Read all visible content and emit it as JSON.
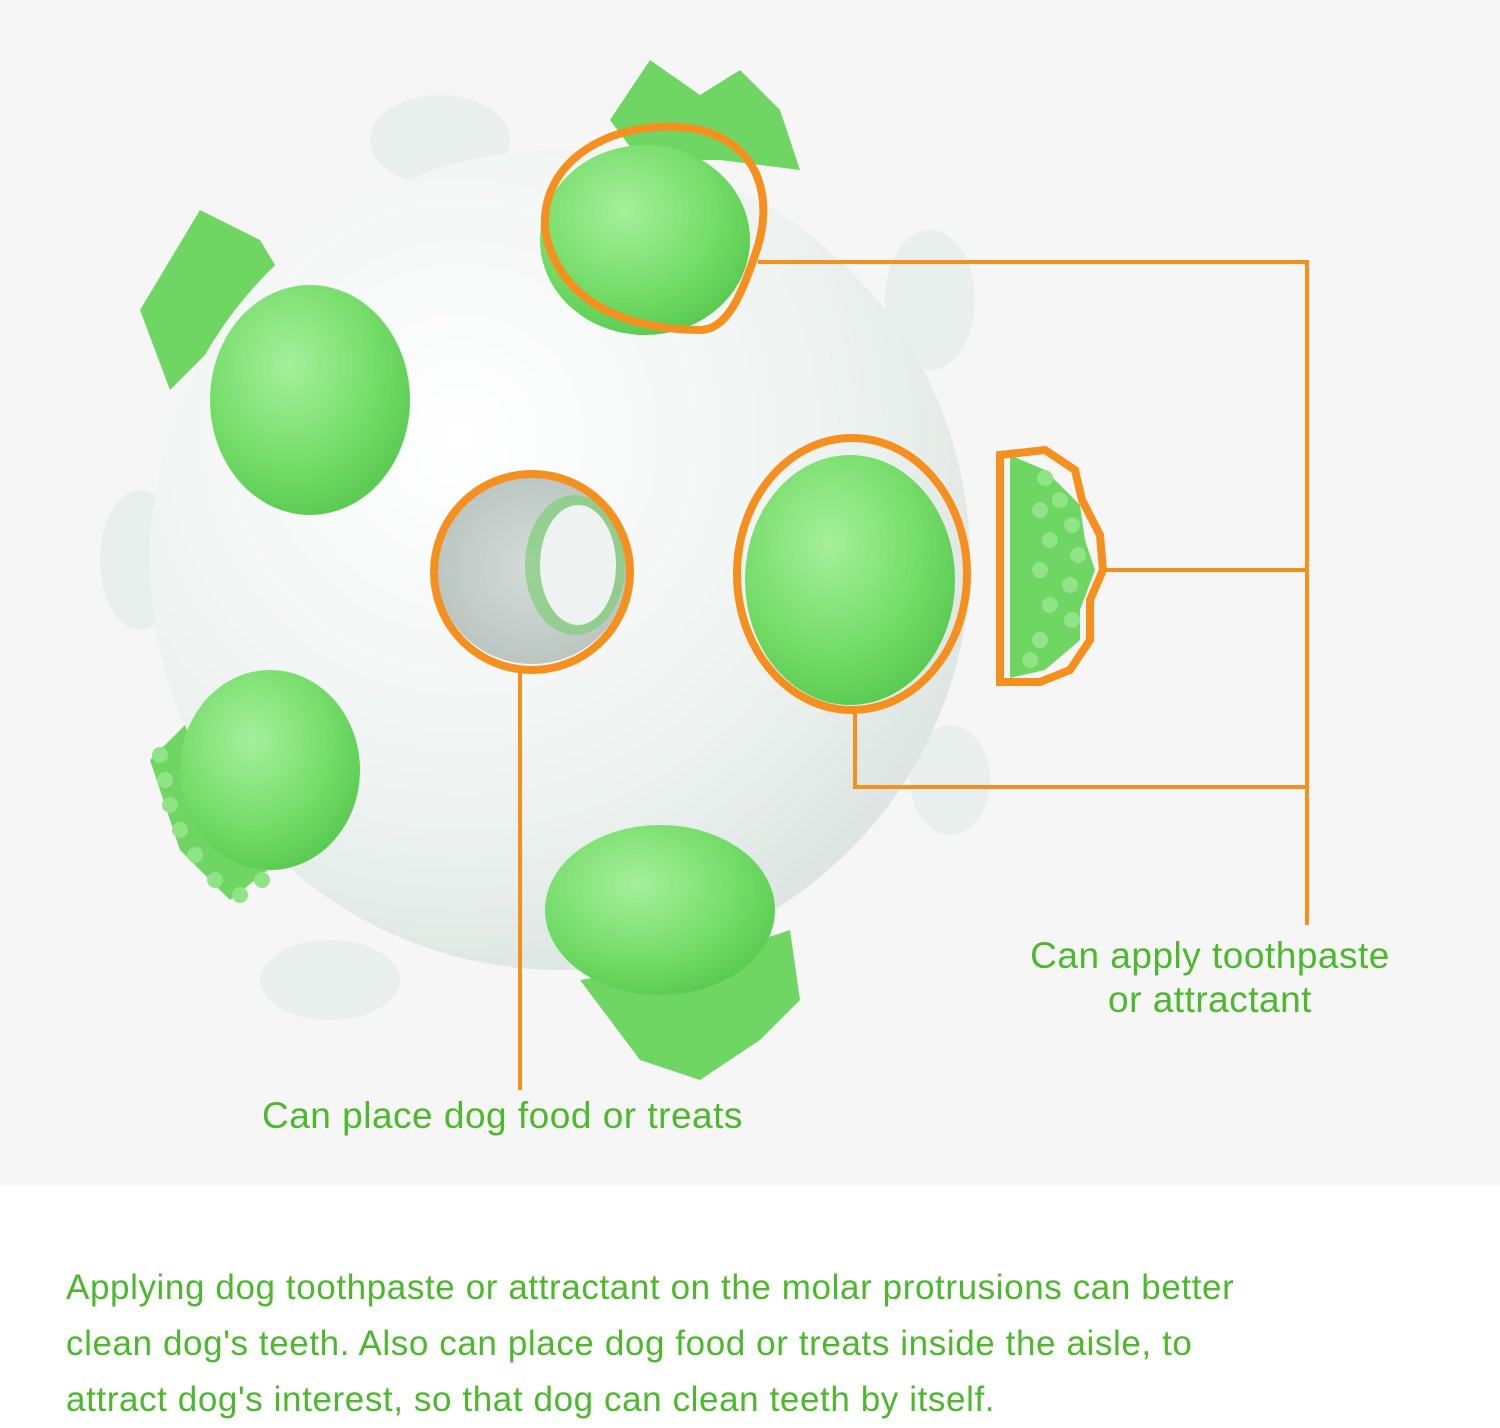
{
  "callouts": {
    "toothpaste_line1": "Can apply toothpaste",
    "toothpaste_line2": "or attractant",
    "food": "Can place dog food or treats"
  },
  "description": {
    "line1": "Applying dog toothpaste or attractant on the molar protrusions can better",
    "line2": "clean dog's teeth. Also can place dog food or treats inside the aisle, to",
    "line3": "attract dog's interest, so that dog can clean teeth by itself."
  },
  "colors": {
    "accent_green": "#4cb82c",
    "highlight_orange": "#f5901e",
    "ball_white": "#eef3f1",
    "nub_green": "#74dc68"
  }
}
